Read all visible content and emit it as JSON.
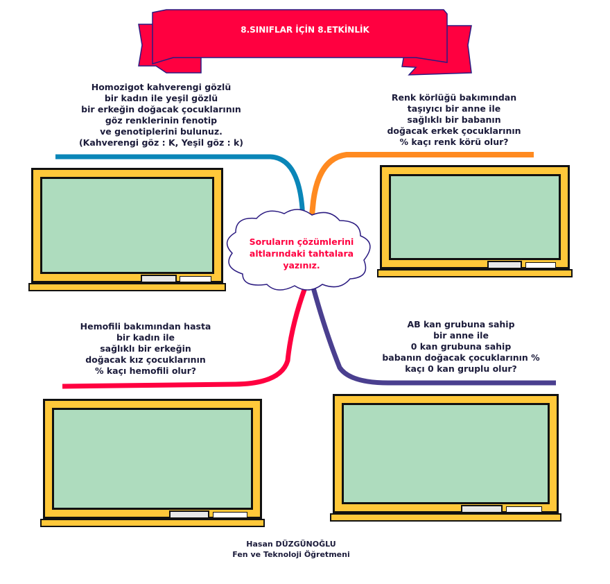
{
  "banner": {
    "title": "8.SINIFLAR  İÇİN 8.ETKİNLİK",
    "color": "#ff0040"
  },
  "questions": [
    {
      "id": "top-left",
      "text": "Homozigot kahverengi gözlü\nbir kadın ile yeşil gözlü\nbir erkeğin doğacak çocuklarının\ngöz renklerinin fenotip\nve genotiplerini bulunuz.\n(Kahverengi göz : K, Yeşil göz : k)",
      "branch_color": "#0a86b8"
    },
    {
      "id": "top-right",
      "text": "Renk körlüğü bakımından\ntaşıyıcı bir anne ile\nsağlıklı bir babanın\ndoğacak erkek çocuklarının\n% kaçı renk körü olur?",
      "branch_color": "#ff8a20"
    },
    {
      "id": "bottom-left",
      "text": "Hemofili bakımından hasta\nbir kadın ile\nsağlıklı bir erkeğin\ndoğacak kız çocuklarının\n% kaçı hemofili olur?",
      "branch_color": "#ff0040"
    },
    {
      "id": "bottom-right",
      "text": "AB kan grubuna sahip\nbir anne ile\n0 kan grubuna sahip\nbabanın doğacak çocuklarının %\nkaçı 0 kan gruplu olur?",
      "branch_color": "#4a3f8f"
    }
  ],
  "cloud": {
    "text": "Soruların çözümlerini\naltlarındaki tahtalara\nyazınız."
  },
  "footer": {
    "author": "Hasan DÜZGÜNOĞLU",
    "role": "Fen ve Teknoloji Öğretmeni"
  }
}
